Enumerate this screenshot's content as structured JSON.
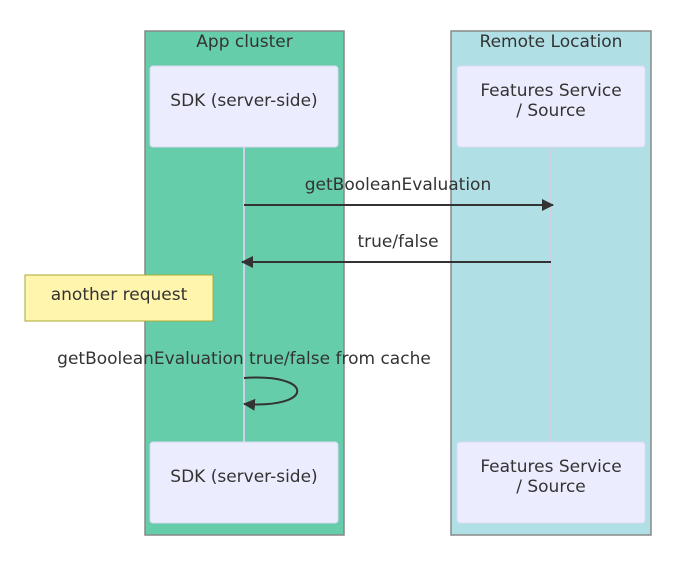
{
  "boxes": {
    "app": {
      "label": "App cluster",
      "fill": "#66cdaa",
      "stroke": "#888888"
    },
    "remote": {
      "label": "Remote Location",
      "fill": "#b0e0e6",
      "stroke": "#888888"
    }
  },
  "participants": {
    "sdk": {
      "lines": [
        "SDK (server-side)"
      ]
    },
    "features": {
      "lines": [
        "Features Service",
        "/ Source"
      ]
    }
  },
  "note": {
    "text": "another request",
    "fill": "#fff5ad",
    "stroke": "#aaaa33"
  },
  "messages": [
    {
      "text": "getBooleanEvaluation",
      "from": "sdk",
      "to": "features"
    },
    {
      "text": "true/false",
      "from": "features",
      "to": "sdk"
    },
    {
      "text": "getBooleanEvaluation true/false from cache",
      "from": "sdk",
      "to": "sdk"
    }
  ],
  "colors": {
    "actor_fill": "#ececff",
    "actor_stroke": "#d8d8f0",
    "lifeline": "#cfcfe6",
    "arrow": "#333333",
    "text": "#333333"
  }
}
